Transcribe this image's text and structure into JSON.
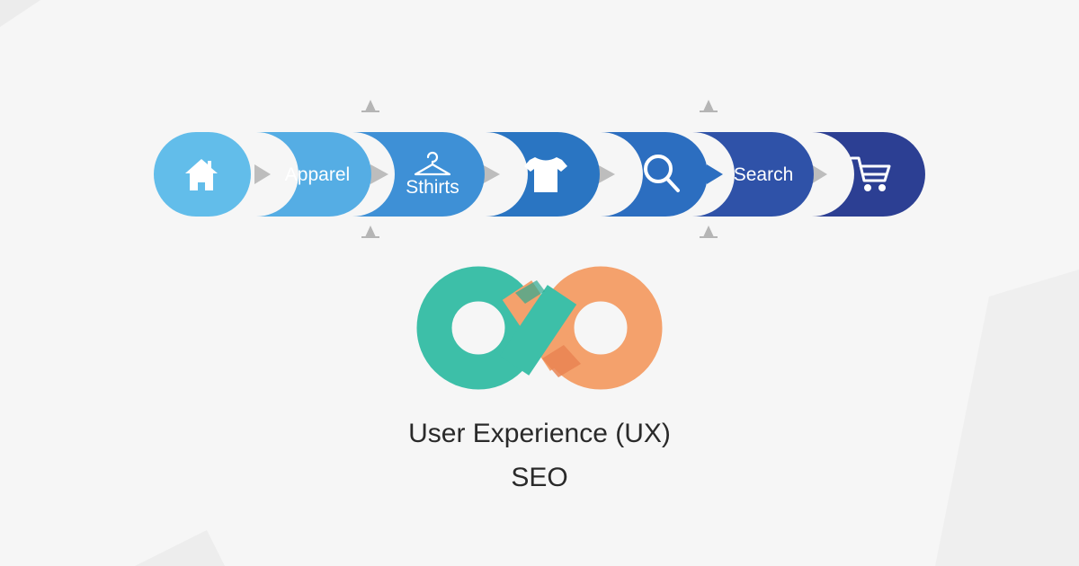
{
  "colors": {
    "background": "#f6f6f6",
    "home": "#62bdea",
    "apparel": "#55ade4",
    "tshirts": "#3e90d6",
    "tshirt_icon_step": "#2a75c2",
    "search_icon_step": "#2c6ec0",
    "search": "#2f52a8",
    "cart": "#2c3f93",
    "connector": "#bdbdbd",
    "infinity_teal": "#3dbfa8",
    "infinity_orange": "#f4a16c",
    "caption": "#2a2a2a"
  },
  "breadcrumb": {
    "steps": [
      {
        "id": "home",
        "icon": "home-icon",
        "label": ""
      },
      {
        "id": "apparel",
        "icon": "",
        "label": "Apparel"
      },
      {
        "id": "tshirts",
        "icon": "hanger-icon",
        "label": "Sthirts"
      },
      {
        "id": "tshirt",
        "icon": "tshirt-icon",
        "label": ""
      },
      {
        "id": "search-icon-step",
        "icon": "search-icon",
        "label": ""
      },
      {
        "id": "search",
        "icon": "",
        "label": "Search"
      },
      {
        "id": "cart",
        "icon": "cart-icon",
        "label": ""
      }
    ]
  },
  "captions": {
    "ux": "User Experience (UX)",
    "seo": "SEO"
  }
}
